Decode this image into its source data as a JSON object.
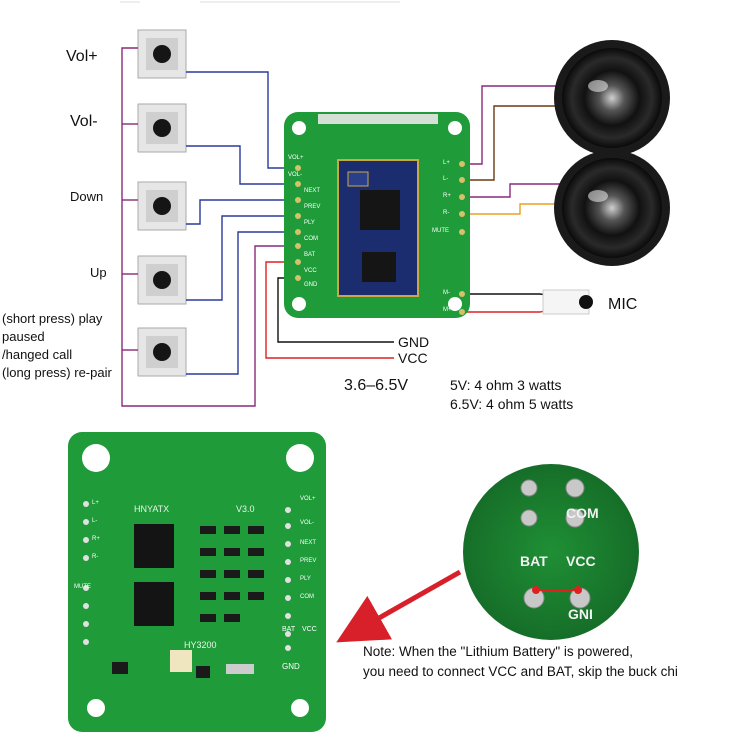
{
  "buttons": [
    {
      "label": "Vol+"
    },
    {
      "label": "Vol-"
    },
    {
      "label": "Down"
    },
    {
      "label": "Up"
    },
    {
      "label_lines": [
        "(short press) play",
        "paused",
        "/hanged call",
        "(long press) re-pair"
      ]
    }
  ],
  "module_pins_left": [
    "VOL+",
    "VOL-",
    "NEXT",
    "PREV",
    "PLY",
    "COM",
    "BAT",
    "VCC",
    "GND"
  ],
  "module_pins_right": [
    "L+",
    "L-",
    "R+",
    "R-",
    "MUTE",
    "M-",
    "M+"
  ],
  "power": {
    "gnd_label": "GND",
    "vcc_label": "VCC",
    "voltage_range": "3.6–6.5V"
  },
  "speaker_specs": [
    "5V: 4 ohm 3 watts",
    "6.5V: 4 ohm 5 watts"
  ],
  "mic_label": "MIC",
  "back_board": {
    "brand": "HNYATX",
    "version": "V3.0",
    "chip": "HY3200",
    "pins_left": [
      "L+",
      "L-",
      "R+",
      "R-",
      "MUTE"
    ],
    "pins_right": [
      "VOL+",
      "VOL-",
      "NEXT",
      "PREV",
      "PLY",
      "COM",
      "BAT",
      "VCC",
      "GND"
    ]
  },
  "zoom_labels": {
    "com": "COM",
    "bat": "BAT",
    "vcc": "VCC",
    "gnd": "GNI"
  },
  "note": {
    "line1": "Note: When the \"Lithium Battery\" is powered,",
    "line2": "you need to connect VCC and BAT, skip the buck chi"
  },
  "colors": {
    "pcb": "#1f9b3a",
    "wire_blue": "#2a3a9a",
    "wire_purple": "#8a2a7a",
    "wire_red": "#e02020",
    "wire_brown": "#6a3a10",
    "wire_orange": "#e8a020",
    "arrow": "#d8202a"
  }
}
